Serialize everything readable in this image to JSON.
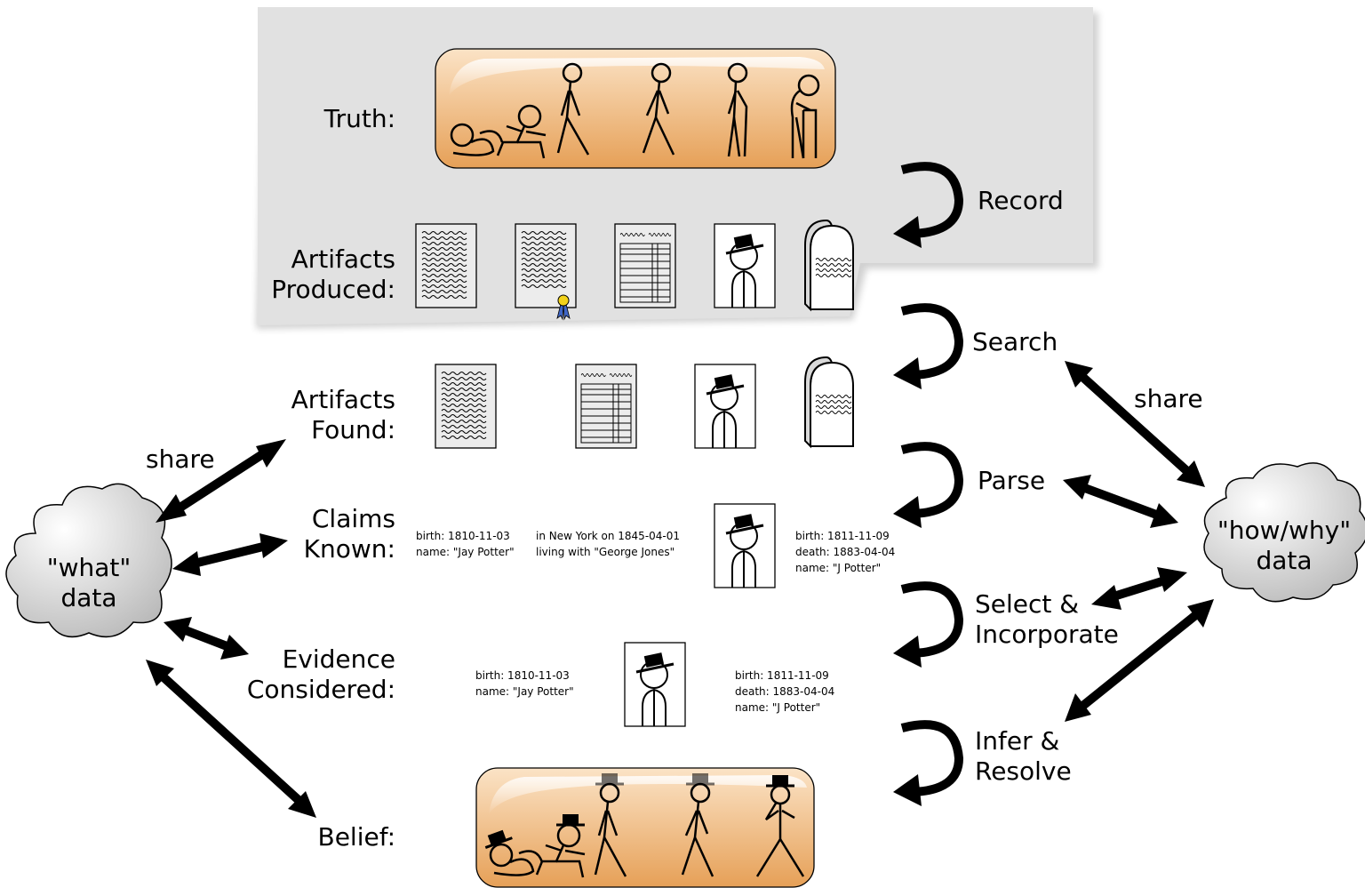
{
  "stages": {
    "truth": "Truth:",
    "artifacts_produced": [
      "Artifacts",
      "Produced:"
    ],
    "artifacts_found": [
      "Artifacts",
      "Found:"
    ],
    "claims_known": [
      "Claims",
      "Known:"
    ],
    "evidence_considered": [
      "Evidence",
      "Considered:"
    ],
    "belief": "Belief:"
  },
  "actions": {
    "record": [
      "Record"
    ],
    "search": [
      "Search"
    ],
    "parse": [
      "Parse"
    ],
    "select": [
      "Select &",
      "Incorporate"
    ],
    "infer": [
      "Infer &",
      "Resolve"
    ]
  },
  "share_left": "share",
  "share_right": "share",
  "what_cloud": [
    "\"what\"",
    "data"
  ],
  "howwhy_cloud": [
    "\"how/why\"",
    "data"
  ],
  "claims": {
    "c1": [
      "birth: 1810-11-03",
      "name: \"Jay Potter\""
    ],
    "c2": [
      "in New York on 1845-04-01",
      "living with \"George Jones\""
    ],
    "c3": [
      "birth: 1811-11-09",
      "death: 1883-04-04",
      "name: \"J Potter\""
    ]
  },
  "evidence": {
    "e1": [
      "birth: 1810-11-03",
      "name: \"Jay Potter\""
    ],
    "e2": [
      "birth: 1811-11-09",
      "death: 1883-04-04",
      "name: \"J Potter\""
    ]
  },
  "colors": {
    "panel": "#e1e1e1",
    "orange_top": "#fbe3c6",
    "orange_bottom": "#e8a55c",
    "ink": "#000000",
    "doc_fill": "#ececec",
    "ribbon_gold": "#f2d21b",
    "ribbon_blue": "#3f66c7"
  },
  "icons": [
    "baby-icon",
    "crawling-child-icon",
    "walking-person-icon",
    "elderly-person-icon",
    "letter-document-icon",
    "certificate-icon",
    "census-table-icon",
    "portrait-icon",
    "gravestone-icon",
    "cloud-icon",
    "curved-arrow-icon",
    "double-arrow-icon"
  ]
}
